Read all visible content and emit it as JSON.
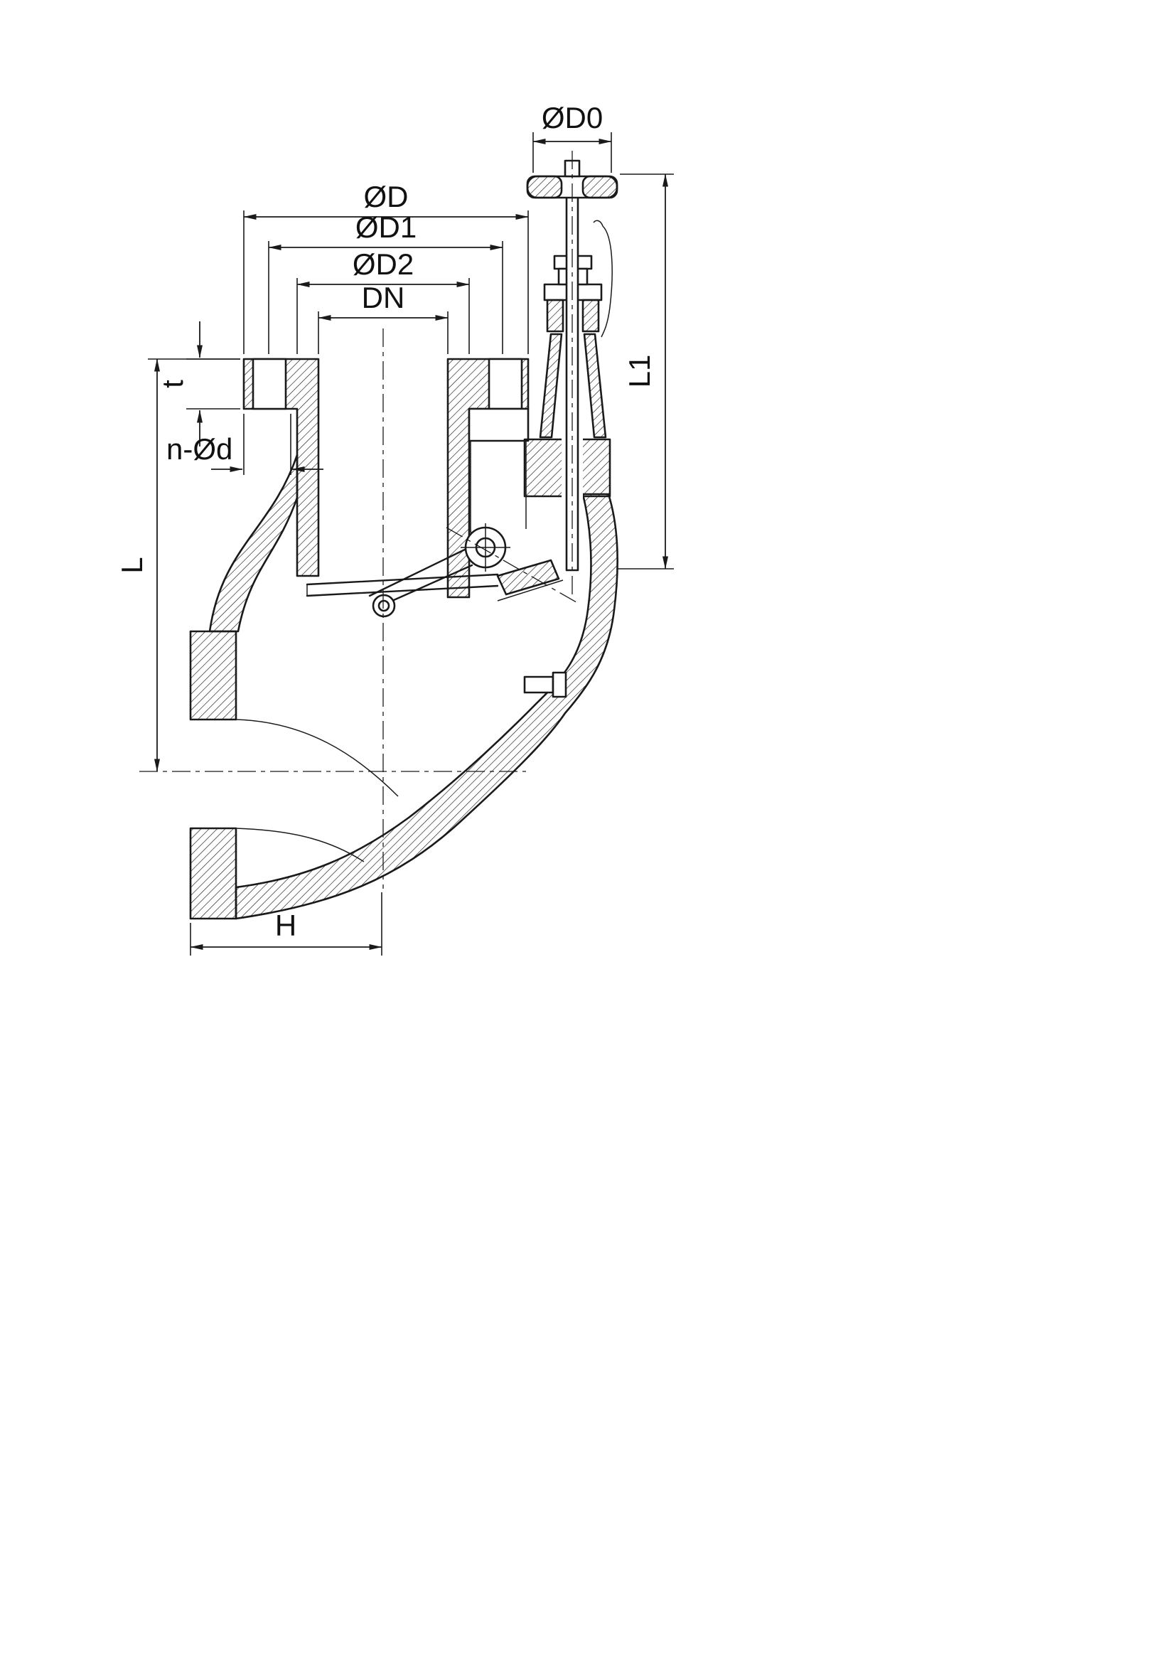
{
  "drawing": {
    "kind": "valve-cross-section-technical-drawing",
    "dimensions": {
      "d0": "ØD0",
      "d": "ØD",
      "d1": "ØD1",
      "d2": "ØD2",
      "dn": "DN",
      "t": "t",
      "n_od": "n-Ød",
      "l": "L",
      "l1": "L1",
      "h": "H"
    },
    "colors": {
      "line": "#1a1a1a",
      "background": "#ffffff"
    }
  }
}
